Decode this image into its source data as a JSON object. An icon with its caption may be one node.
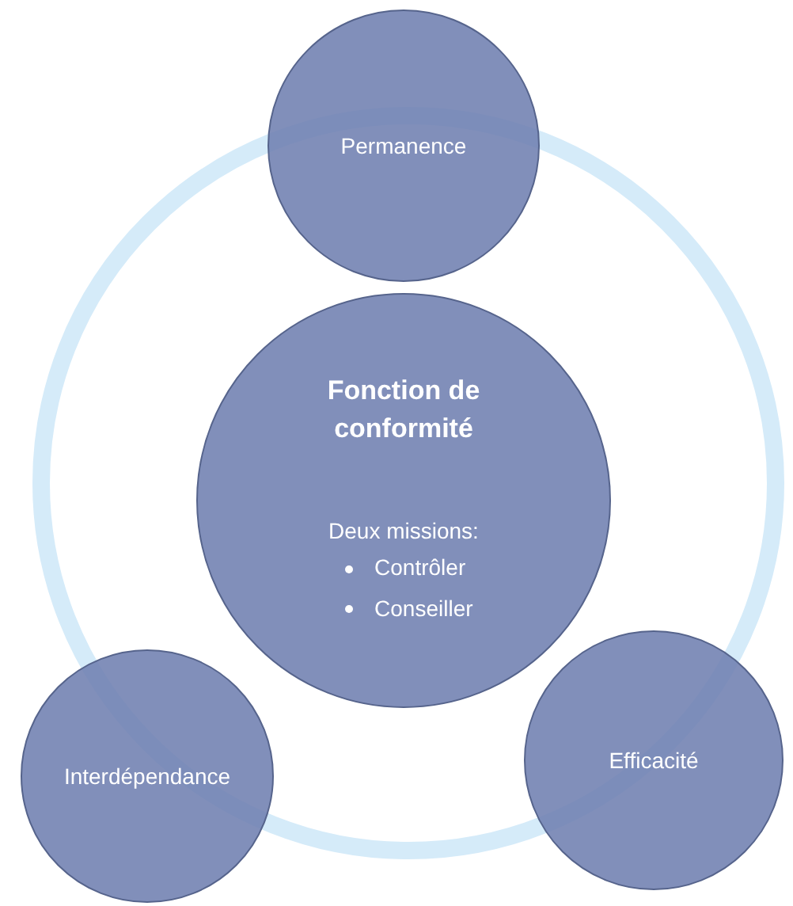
{
  "diagram": {
    "nodes": [
      {
        "text": [
          "Permanence"
        ]
      },
      {
        "text": [
          "Fonction de conformité",
          "Deux missions:",
          "Contrôler",
          "Conseiller"
        ]
      },
      {
        "text": [
          "Interdépendance"
        ]
      },
      {
        "text": [
          "Efficacité"
        ]
      }
    ]
  }
}
